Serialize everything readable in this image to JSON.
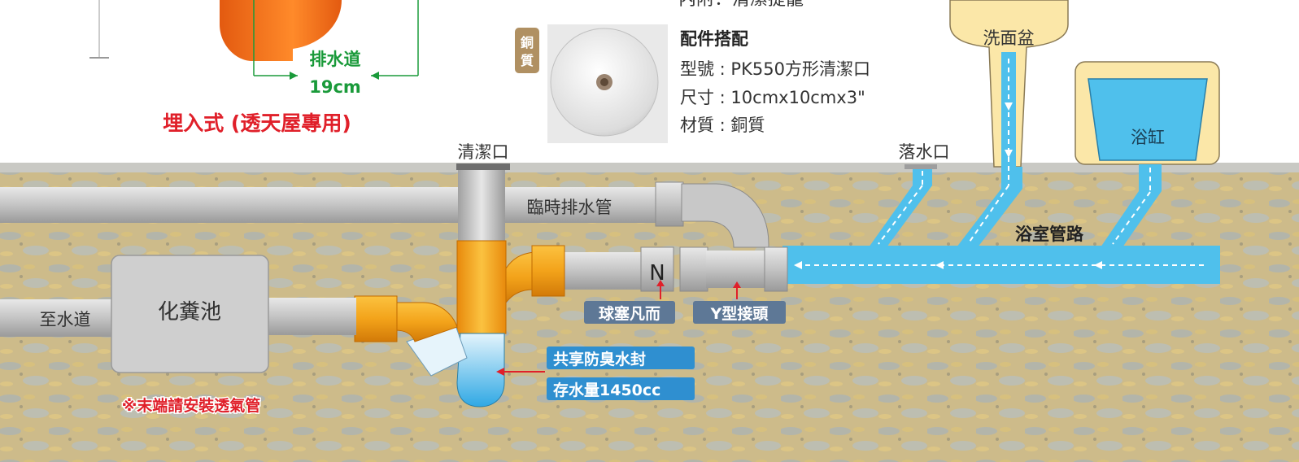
{
  "top": {
    "cutoff_text": "內附：清潔提籠",
    "drain_label": "排水道",
    "drain_width": "19cm",
    "install_type": "埋入式 (透天屋專用)"
  },
  "accessory": {
    "badge": "銅質",
    "heading": "配件搭配",
    "model": "型號 : PK550方形清潔口",
    "size": "尺寸 : 10cmx10cmx3\"",
    "material": "材質 : 銅質"
  },
  "labels": {
    "cleanout": "清潔口",
    "temp_drain": "臨時排水管",
    "floor_drain": "落水口",
    "wash_basin": "洗面盆",
    "bathtub": "浴缸",
    "bathroom_pipe": "浴室管路",
    "to_sewer": "至水道",
    "septic_tank": "化糞池",
    "ball_valve": "球塞凡而",
    "y_joint": "Y型接頭",
    "water_seal": "共享防臭水封",
    "water_volume": "存水量1450cc",
    "vent_note": "※末端請安裝透氣管",
    "valve_letter": "N"
  },
  "colors": {
    "water": "#4fc0ec",
    "pipe_grey": "#c8c8c8",
    "orange_fitting": "#f3a31a",
    "label_red": "#e0202a",
    "label_green": "#1a9a3a",
    "tag_blue": "#2f8fd0",
    "tag_slate": "#5e7896"
  }
}
